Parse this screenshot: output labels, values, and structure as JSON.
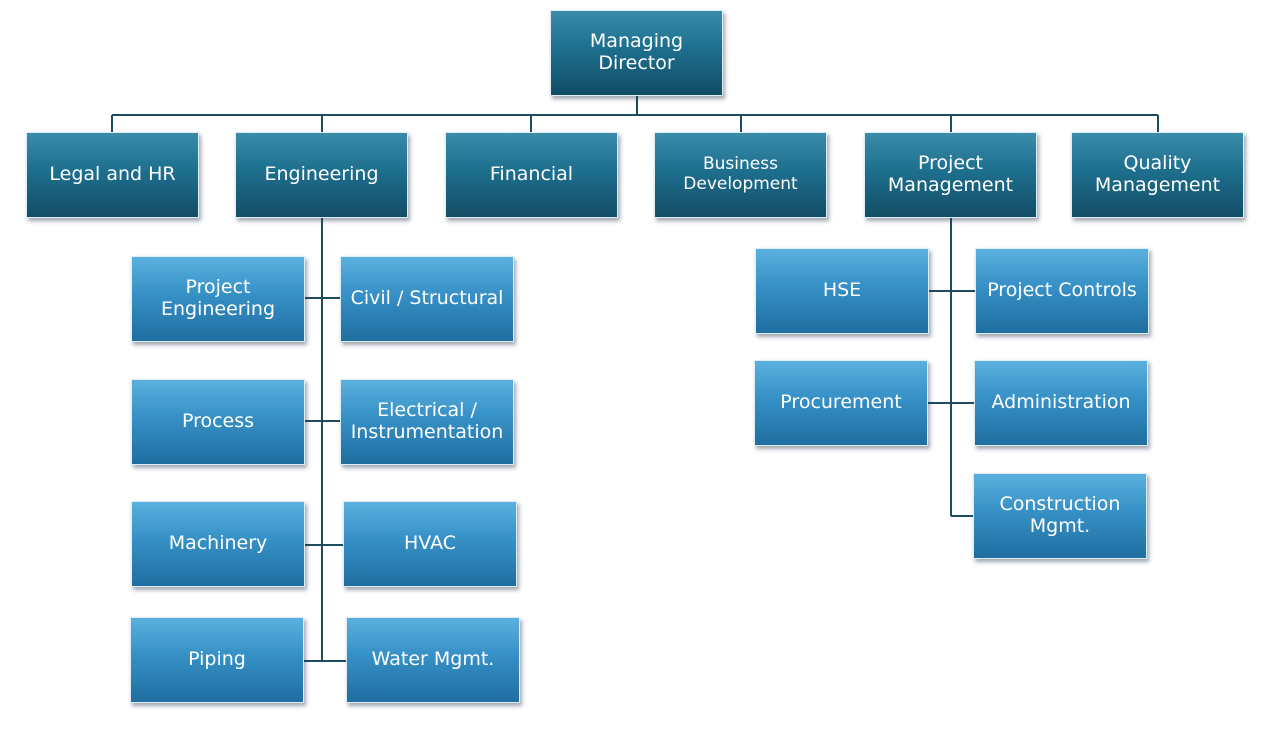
{
  "top": {
    "label": "Managing\nDirector"
  },
  "departments": [
    {
      "label": "Legal and HR"
    },
    {
      "label": "Engineering"
    },
    {
      "label": "Financial"
    },
    {
      "label": "Business\nDevelopment"
    },
    {
      "label": "Project\nManagement"
    },
    {
      "label": "Quality\nManagement"
    }
  ],
  "engineering": [
    {
      "label": "Project\nEngineering"
    },
    {
      "label": "Civil / Structural"
    },
    {
      "label": "Process"
    },
    {
      "label": "Electrical /\nInstrumentation"
    },
    {
      "label": "Machinery"
    },
    {
      "label": "HVAC"
    },
    {
      "label": "Piping"
    },
    {
      "label": "Water Mgmt."
    }
  ],
  "project_management": [
    {
      "label": "HSE"
    },
    {
      "label": "Project Controls"
    },
    {
      "label": "Procurement"
    },
    {
      "label": "Administration"
    },
    {
      "label": "Construction\nMgmt."
    }
  ],
  "colors": {
    "dark_box": "#1d6f8e",
    "light_box": "#3690c6",
    "connector": "#1b4d5f",
    "text": "#ffffff"
  }
}
